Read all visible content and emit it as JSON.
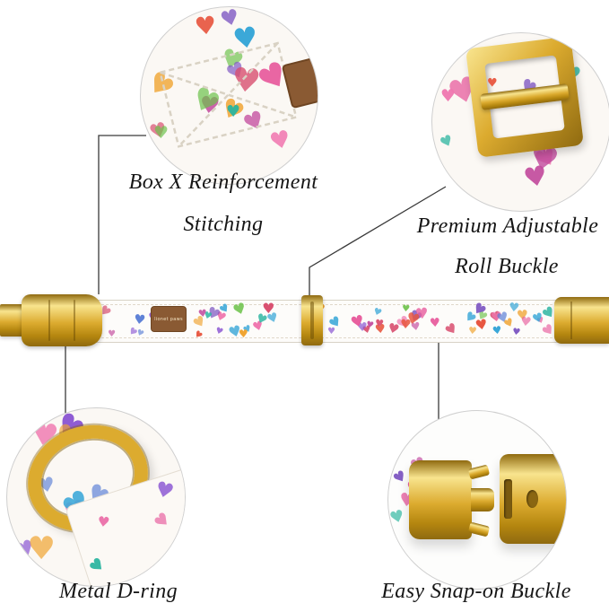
{
  "callouts": {
    "stitching": {
      "line1": "Box X Reinforcement",
      "line2": "Stitching"
    },
    "roll_buckle": {
      "line1": "Premium Adjustable",
      "line2": "Roll Buckle"
    },
    "d_ring": {
      "label": "Metal D-ring"
    },
    "snap_buckle": {
      "label": "Easy Snap-on Buckle"
    }
  },
  "collar": {
    "brand_label": "lionet paws"
  },
  "colors": {
    "gold": "#dcab2f",
    "gold_light": "#f8e48e",
    "gold_dark": "#8f6a10",
    "label_brown": "#8a5a33",
    "text": "#161616",
    "connector_line": "#3a3a3a",
    "fabric_white": "#fbf8f4",
    "heart_palette": [
      "#e85d9e",
      "#c2499d",
      "#8e5bd4",
      "#5a7fd6",
      "#38a7d8",
      "#2bb5a0",
      "#6cc24a",
      "#f0a431",
      "#e8563f",
      "#f078b0",
      "#7e57c2",
      "#d94f70"
    ]
  }
}
